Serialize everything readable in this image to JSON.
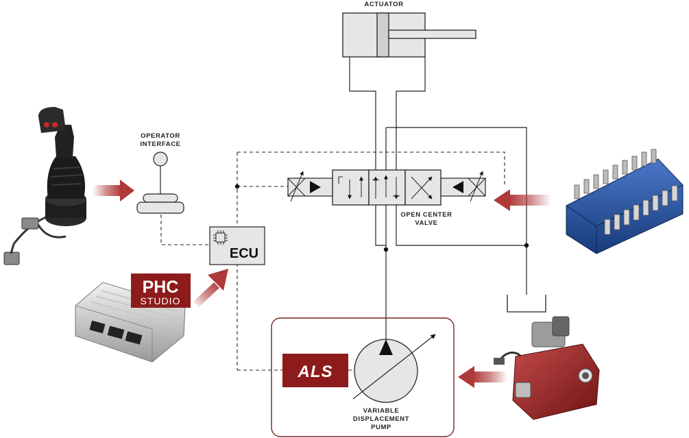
{
  "labels": {
    "actuator": "ACTUATOR",
    "operator_line1": "OPERATOR",
    "operator_line2": "INTERFACE",
    "valve_line1": "OPEN CENTER",
    "valve_line2": "VALVE",
    "ecu": "ECU",
    "pump_line1": "VARIABLE",
    "pump_line2": "DISPLACEMENT",
    "pump_line3": "PUMP"
  },
  "logos": {
    "phc_line1": "PHC",
    "phc_line2": "STUDIO",
    "als": "ALS"
  },
  "colors": {
    "arrow_red": "#b03a3a",
    "logo_red": "#8e1b1b",
    "pump_box_border": "#7a1f1f",
    "line": "#222222",
    "component_fill": "#e6e6e6",
    "valve_body": "#1f4fa0",
    "pump_body": "#a12a2a"
  },
  "products": {
    "joystick": "joystick-image",
    "ecu_module": "ecu-module-image",
    "valve_bank": "valve-bank-image",
    "pump_unit": "pump-unit-image"
  }
}
